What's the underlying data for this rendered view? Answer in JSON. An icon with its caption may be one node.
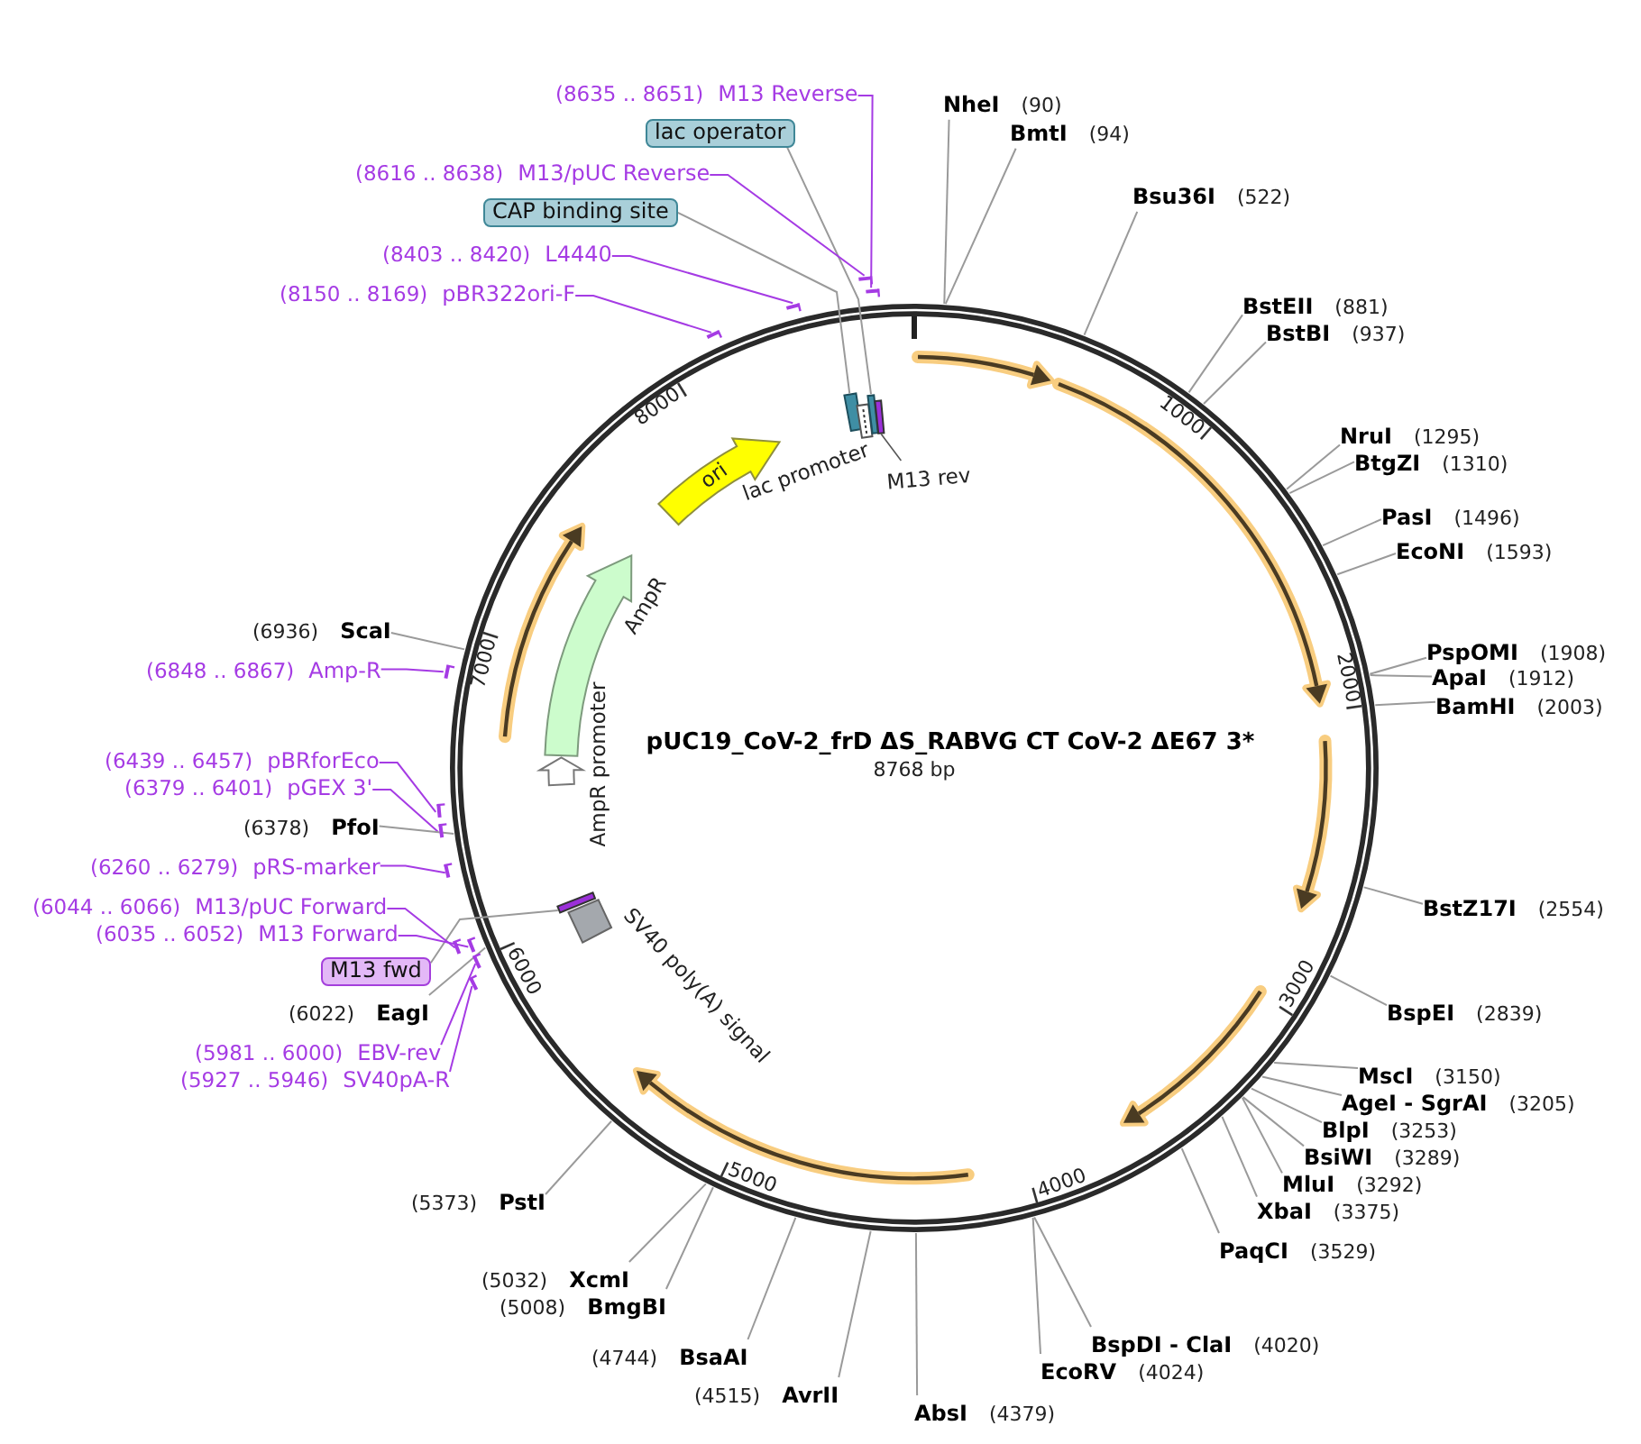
{
  "diagram": {
    "nodes": [
      {
        "text": [
          "pUC19_CoV-2_frD ΔS_RABVG CT CoV-2 ΔE67 3*",
          "8768 bp"
        ]
      },
      {
        "text": [],
        "shape": "arrow",
        "in": 0
      },
      {
        "text": [],
        "shape": "arrow",
        "in": 0
      },
      {
        "text": [],
        "shape": "arrow",
        "in": 0
      },
      {
        "text": [],
        "shape": "arrow",
        "in": 0
      },
      {
        "text": [],
        "shape": "arrow",
        "in": 0
      },
      {
        "text": [],
        "shape": "arrow",
        "in": 0
      },
      {
        "text": [
          "ori"
        ],
        "in": 0
      },
      {
        "text": [
          "AmpR"
        ],
        "in": 0
      },
      {
        "text": [
          "AmpR promoter"
        ],
        "in": 0
      },
      {
        "text": [],
        "shape": "box",
        "in": 0
      },
      {
        "text": [
          "lac promoter"
        ],
        "in": 0
      },
      {
        "text": [],
        "shape": "box",
        "in": 0
      },
      {
        "text": [
          "M13 rev"
        ],
        "in": 0
      },
      {
        "text": [
          "SV40 poly(A) signal"
        ],
        "in": 0
      },
      {
        "text": [],
        "shape": "bar",
        "in": 0
      },
      {
        "text": [
          "lac operator"
        ]
      },
      {
        "text": [
          "CAP binding site"
        ]
      },
      {
        "text": [
          "M13 fwd"
        ]
      },
      {
        "text": [
          "(8635 .. 8651)",
          "M13 Reverse"
        ]
      },
      {
        "text": [],
        "shape": "bar"
      },
      {
        "text": [
          "(8616 .. 8638)",
          "M13/pUC Reverse"
        ]
      },
      {
        "text": [],
        "shape": "bar"
      },
      {
        "text": [
          "(8403 .. 8420)",
          "L4440"
        ]
      },
      {
        "text": [],
        "shape": "bar"
      },
      {
        "text": [
          "(8150 .. 8169)",
          "pBR322ori-F"
        ]
      },
      {
        "text": [],
        "shape": "bar"
      },
      {
        "text": [
          "(6848 .. 6867)",
          "Amp-R"
        ]
      },
      {
        "text": [],
        "shape": "bar"
      },
      {
        "text": [
          "(6439 .. 6457)",
          "pBRforEco"
        ]
      },
      {
        "text": [],
        "shape": "bar"
      },
      {
        "text": [
          "(6379 .. 6401)",
          "pGEX 3'"
        ]
      },
      {
        "text": [],
        "shape": "bar"
      },
      {
        "text": [
          "(6260 .. 6279)",
          "pRS-marker"
        ]
      },
      {
        "text": [],
        "shape": "bar"
      },
      {
        "text": [
          "(6044 .. 6066)",
          "M13/pUC Forward"
        ]
      },
      {
        "text": [],
        "shape": "bar"
      },
      {
        "text": [
          "(6035 .. 6052)",
          "M13 Forward"
        ]
      },
      {
        "text": [],
        "shape": "bar"
      },
      {
        "text": [
          "(5981 .. 6000)",
          "EBV-rev"
        ]
      },
      {
        "text": [],
        "shape": "bar"
      },
      {
        "text": [
          "(5927 .. 5946)",
          "SV40pA-R"
        ]
      },
      {
        "text": [],
        "shape": "bar"
      },
      {
        "text": [
          "NheI",
          "(90)"
        ]
      },
      {
        "text": [
          "BmtI",
          "(94)"
        ]
      },
      {
        "text": [
          "Bsu36I",
          "(522)"
        ]
      },
      {
        "text": [
          "BstEII",
          "(881)"
        ]
      },
      {
        "text": [
          "BstBI",
          "(937)"
        ]
      },
      {
        "text": [
          "NruI",
          "(1295)"
        ]
      },
      {
        "text": [
          "BtgZI",
          "(1310)"
        ]
      },
      {
        "text": [
          "PasI",
          "(1496)"
        ]
      },
      {
        "text": [
          "EcoNI",
          "(1593)"
        ]
      },
      {
        "text": [
          "PspOMI",
          "(1908)"
        ]
      },
      {
        "text": [
          "ApaI",
          "(1912)"
        ]
      },
      {
        "text": [
          "BamHI",
          "(2003)"
        ]
      },
      {
        "text": [
          "BstZ17I",
          "(2554)"
        ]
      },
      {
        "text": [
          "BspEI",
          "(2839)"
        ]
      },
      {
        "text": [
          "MscI",
          "(3150)"
        ]
      },
      {
        "text": [
          "AgeI - SgrAI",
          "(3205)"
        ]
      },
      {
        "text": [
          "BlpI",
          "(3253)"
        ]
      },
      {
        "text": [
          "BsiWI",
          "(3289)"
        ]
      },
      {
        "text": [
          "MluI",
          "(3292)"
        ]
      },
      {
        "text": [
          "XbaI",
          "(3375)"
        ]
      },
      {
        "text": [
          "PaqCI",
          "(3529)"
        ]
      },
      {
        "text": [
          "BspDI - ClaI",
          "(4020)"
        ]
      },
      {
        "text": [
          "EcoRV",
          "(4024)"
        ]
      },
      {
        "text": [
          "AbsI",
          "(4379)"
        ]
      },
      {
        "text": [
          "(4515)",
          "AvrII"
        ]
      },
      {
        "text": [
          "(4744)",
          "BsaAI"
        ]
      },
      {
        "text": [
          "(5008)",
          "BmgBI"
        ]
      },
      {
        "text": [
          "(5032)",
          "XcmI"
        ]
      },
      {
        "text": [
          "(5373)",
          "PstI"
        ]
      },
      {
        "text": [
          "(6022)",
          "EagI"
        ]
      },
      {
        "text": [
          "(6378)",
          "PfoI"
        ]
      },
      {
        "text": [
          "(6936)",
          "ScaI"
        ]
      }
    ],
    "edges": [
      {
        "from": 16,
        "to": 12,
        "arrow": "none"
      },
      {
        "from": 17,
        "to": 10,
        "arrow": "none"
      },
      {
        "from": 18,
        "to": 15,
        "arrow": "none"
      },
      {
        "from": 19,
        "to": 20,
        "arrow": "none",
        "color": "#a53be4"
      },
      {
        "from": 21,
        "to": 22,
        "arrow": "none",
        "color": "#a53be4"
      },
      {
        "from": 23,
        "to": 24,
        "arrow": "none",
        "color": "#a53be4"
      },
      {
        "from": 25,
        "to": 26,
        "arrow": "none",
        "color": "#a53be4"
      },
      {
        "from": 27,
        "to": 28,
        "arrow": "none",
        "color": "#a53be4"
      },
      {
        "from": 29,
        "to": 30,
        "arrow": "none",
        "color": "#a53be4"
      },
      {
        "from": 31,
        "to": 32,
        "arrow": "none",
        "color": "#a53be4"
      },
      {
        "from": 33,
        "to": 34,
        "arrow": "none",
        "color": "#a53be4"
      },
      {
        "from": 35,
        "to": 36,
        "arrow": "none",
        "color": "#a53be4"
      },
      {
        "from": 37,
        "to": 38,
        "arrow": "none",
        "color": "#a53be4"
      },
      {
        "from": 39,
        "to": 40,
        "arrow": "none",
        "color": "#a53be4"
      },
      {
        "from": 41,
        "to": 42,
        "arrow": "none",
        "color": "#a53be4"
      },
      {
        "from": 43,
        "to": 0,
        "arrow": "none"
      },
      {
        "from": 44,
        "to": 0,
        "arrow": "none"
      },
      {
        "from": 45,
        "to": 0,
        "arrow": "none"
      },
      {
        "from": 46,
        "to": 0,
        "arrow": "none"
      },
      {
        "from": 47,
        "to": 0,
        "arrow": "none"
      },
      {
        "from": 48,
        "to": 0,
        "arrow": "none"
      },
      {
        "from": 49,
        "to": 0,
        "arrow": "none"
      },
      {
        "from": 50,
        "to": 0,
        "arrow": "none"
      },
      {
        "from": 51,
        "to": 0,
        "arrow": "none"
      },
      {
        "from": 52,
        "to": 0,
        "arrow": "none"
      },
      {
        "from": 53,
        "to": 0,
        "arrow": "none"
      },
      {
        "from": 54,
        "to": 0,
        "arrow": "none"
      },
      {
        "from": 55,
        "to": 0,
        "arrow": "none"
      },
      {
        "from": 56,
        "to": 0,
        "arrow": "none"
      },
      {
        "from": 57,
        "to": 0,
        "arrow": "none"
      },
      {
        "from": 58,
        "to": 0,
        "arrow": "none"
      },
      {
        "from": 59,
        "to": 0,
        "arrow": "none"
      },
      {
        "from": 60,
        "to": 0,
        "arrow": "none"
      },
      {
        "from": 61,
        "to": 0,
        "arrow": "none"
      },
      {
        "from": 62,
        "to": 0,
        "arrow": "none"
      },
      {
        "from": 63,
        "to": 0,
        "arrow": "none"
      },
      {
        "from": 64,
        "to": 0,
        "arrow": "none"
      },
      {
        "from": 65,
        "to": 0,
        "arrow": "none"
      },
      {
        "from": 66,
        "to": 0,
        "arrow": "none"
      },
      {
        "from": 67,
        "to": 0,
        "arrow": "none"
      },
      {
        "from": 68,
        "to": 0,
        "arrow": "none"
      },
      {
        "from": 69,
        "to": 0,
        "arrow": "none"
      },
      {
        "from": 70,
        "to": 0,
        "arrow": "none"
      },
      {
        "from": 71,
        "to": 0,
        "arrow": "none"
      },
      {
        "from": 72,
        "to": 0,
        "arrow": "none"
      },
      {
        "from": 73,
        "to": 0,
        "arrow": "none"
      },
      {
        "from": 74,
        "to": 0,
        "arrow": "none"
      }
    ],
    "labels": [
      "1000",
      "2000",
      "3000",
      "4000",
      "5000",
      "6000",
      "7000",
      "8000"
    ]
  }
}
